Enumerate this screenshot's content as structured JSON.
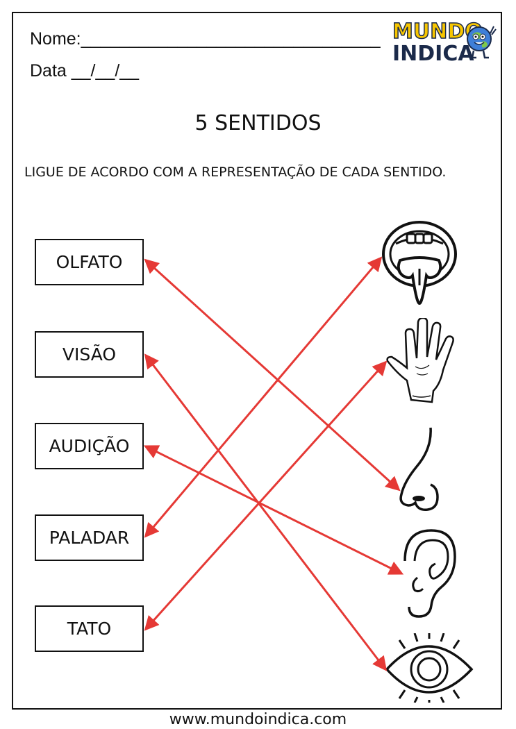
{
  "header": {
    "name_label": "Nome:_______________________________",
    "date_label": "Data __/__/__"
  },
  "logo": {
    "word1": "MUNDO",
    "word2": "INDICA"
  },
  "worksheet": {
    "title": "5 SENTIDOS",
    "instruction": "LIGUE DE ACORDO COM A REPRESENTAÇÃO DE CADA SENTIDO.",
    "words": [
      "OLFATO",
      "VISÃO",
      "AUDIÇÃO",
      "PALADAR",
      "TATO"
    ],
    "icons": [
      "mouth-tongue-icon",
      "hand-icon",
      "nose-icon",
      "ear-icon",
      "eye-icon"
    ],
    "arrow_color": "#e53935"
  },
  "footer": {
    "url": "www.mundoindica.com"
  }
}
